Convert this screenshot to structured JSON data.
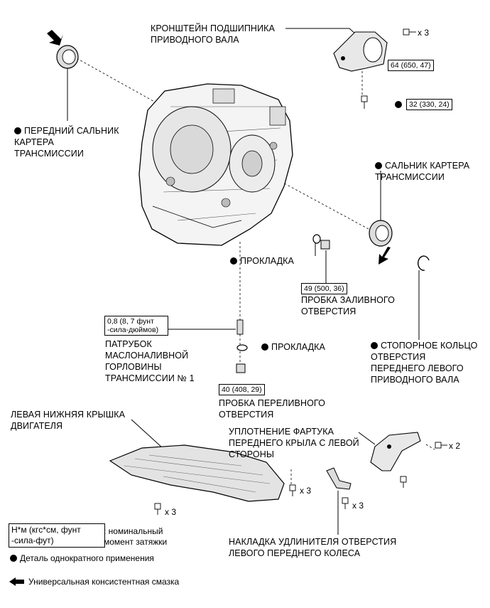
{
  "labels": {
    "bracket": "КРОНШТЕЙН ПОДШИПНИКА\nПРИВОДНОГО ВАЛА",
    "front_seal": "ПЕРЕДНИЙ САЛЬНИК\nКАРТЕРА\nТРАНСМИССИИ",
    "case_seal": "САЛЬНИК КАРТЕРА\nТРАНСМИССИИ",
    "gasket_1": "ПРОКЛАДКА",
    "filler_plug": "ПРОБКА ЗАЛИВНОГО\nОТВЕРСТИЯ",
    "oil_filler_tube": "ПАТРУБОК\nМАСЛОНАЛИВНОЙ\nГОРЛОВИНЫ\nТРАНСМИССИИ № 1",
    "gasket_2": "ПРОКЛАДКА",
    "snap_ring": "СТОПОРНОЕ КОЛЬЦО\nОТВЕРСТИЯ\nПЕРЕДНЕГО ЛЕВОГО\nПРИВОДНОГО ВАЛА",
    "overflow_plug": "ПРОБКА ПЕРЕЛИВНОГО\nОТВЕРСТИЯ",
    "engine_cover": "ЛЕВАЯ НИЖНЯЯ КРЫШКА\nДВИГАТЕЛЯ",
    "fender_seal": "УПЛОТНЕНИЕ ФАРТУКА\nПЕРЕДНЕГО КРЫЛА С ЛЕВОЙ\nСТОРОНЫ",
    "extension_pad": "НАКЛАДКА УДЛИНИТЕЛЯ ОТВЕРСТИЯ\nЛЕВОГО ПЕРЕДНЕГО КОЛЕСА"
  },
  "torques": {
    "bracket_bolt": "64 (650, 47)",
    "bracket_lower": "32 (330, 24)",
    "filler_plug": "49 (500, 36)",
    "filler_tube": "0,8 (8, 7 фунт -сила-дюймов)",
    "overflow_plug": "40 (408, 29)"
  },
  "quantities": {
    "bracket_bolts": "x 3",
    "fender_bolts": "x 2",
    "cover_bolts_right": "x 3",
    "cover_bolts_left": "x 3",
    "pad_bolts": "x 3"
  },
  "legend": {
    "torque_box": "Н*м (кгс*см, фунт\n-сила-фут)",
    "torque_desc": ": номинальный\nмомент затяжки",
    "single_use": "Деталь однократного применения",
    "grease": "Универсальная консистентная смазка"
  }
}
